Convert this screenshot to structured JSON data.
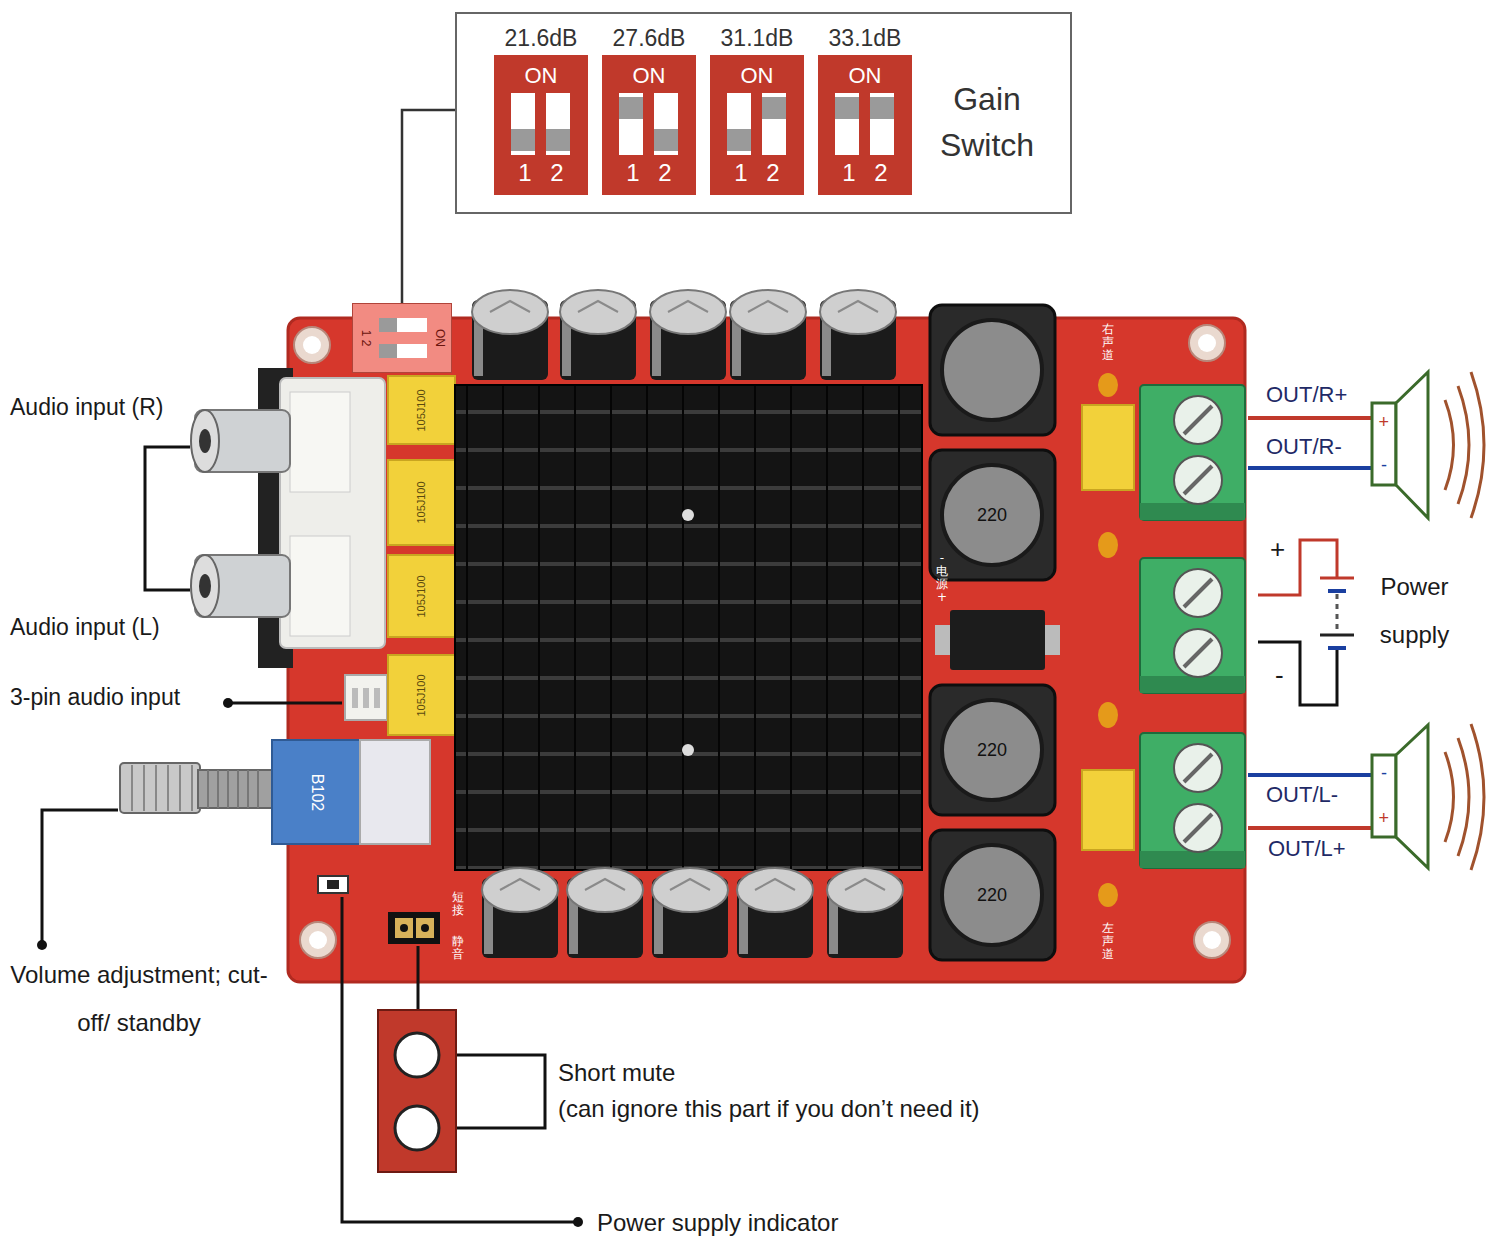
{
  "diagram": {
    "nodes": [
      {
        "text": [
          "Gain Switch"
        ]
      },
      {
        "text": [
          "21.6dB",
          "ON",
          "1 2"
        ],
        "in": 0
      },
      {
        "text": [
          "27.6dB",
          "ON",
          "1 2"
        ],
        "in": 0
      },
      {
        "text": [
          "31.1dB",
          "ON",
          "1 2"
        ],
        "in": 0
      },
      {
        "text": [
          "33.1dB",
          "ON",
          "1 2"
        ],
        "in": 0
      },
      {
        "text": [
          "ON",
          "1 2"
        ]
      }
    ],
    "edges": [
      {
        "from": 5,
        "to": 0,
        "arrow": "none"
      }
    ],
    "labels": [
      "Audio input (R)",
      "Audio input (L)",
      "3-pin audio input",
      "Volume adjustment; cut-off/ standby",
      "Short mute",
      "(can ignore this part if you don’t need it)",
      "Power supply indicator",
      "OUT/R+",
      "OUT/R-",
      "Power supply",
      "+",
      "-",
      "OUT/L-",
      "OUT/L+",
      "+",
      "-",
      "-",
      "+",
      "B102",
      "220",
      "220",
      "220",
      "右声道",
      "-电源+",
      "左声道",
      "短接",
      "静音",
      "105J100",
      "105J100",
      "105J100",
      "105J100"
    ]
  }
}
